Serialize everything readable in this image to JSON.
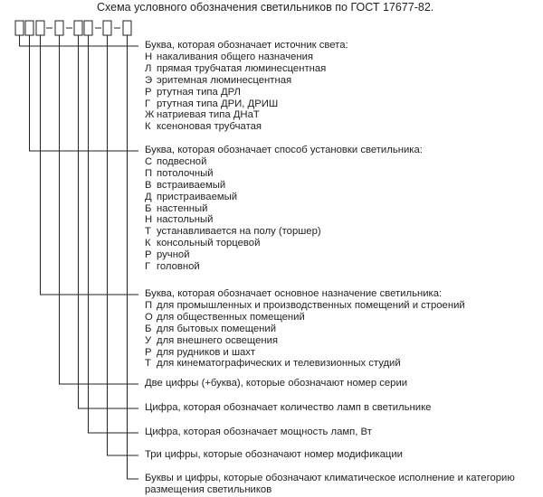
{
  "title": "Схема условного обозначения светильников по ГОСТ 17677-82.",
  "blocks": [
    {
      "header": "Буква, которая обозначает источник света:",
      "items": [
        {
          "code": "Н",
          "text": "накаливания общего назначения"
        },
        {
          "code": "Л",
          "text": "прямая трубчатая люминесцентная"
        },
        {
          "code": "Э",
          "text": "эритемная люминесцентная"
        },
        {
          "code": "Р",
          "text": "ртутная типа ДРЛ"
        },
        {
          "code": "Г",
          "text": "ртутная типа ДРИ, ДРИШ"
        },
        {
          "code": "Ж",
          "text": "натриевая типа ДНаТ"
        },
        {
          "code": "К",
          "text": "ксеноновая трубчатая"
        }
      ]
    },
    {
      "header": "Буква, которая обозначает способ установки светильника:",
      "items": [
        {
          "code": "С",
          "text": "подвесной"
        },
        {
          "code": "П",
          "text": "потолочный"
        },
        {
          "code": "В",
          "text": "встраиваемый"
        },
        {
          "code": "Д",
          "text": "пристраиваемый"
        },
        {
          "code": "Б",
          "text": "настенный"
        },
        {
          "code": "Н",
          "text": "настольный"
        },
        {
          "code": "Т",
          "text": "устанавливается на полу (торшер)"
        },
        {
          "code": "К",
          "text": "консольный торцевой"
        },
        {
          "code": "Р",
          "text": "ручной"
        },
        {
          "code": "Г",
          "text": "головной"
        }
      ]
    },
    {
      "header": "Буква, которая обозначает основное назначение светильника:",
      "items": [
        {
          "code": "П",
          "text": "для промышленных и производственных помещений и строений"
        },
        {
          "code": "О",
          "text": "для общественных помещений"
        },
        {
          "code": "Б",
          "text": "для бытовых помещений"
        },
        {
          "code": "У",
          "text": "для внешнего освещения"
        },
        {
          "code": "Р",
          "text": "для рудников и шахт"
        },
        {
          "code": "Т",
          "text": "для кинематографических и телевизионных студий"
        }
      ]
    },
    {
      "header": "Две цифры (+буква), которые обозначают номер серии",
      "items": []
    },
    {
      "header": "Цифра, которая обозначает количество ламп в светильнике",
      "items": []
    },
    {
      "header": "Цифра, которая обозначает мощность ламп, Вт",
      "items": []
    },
    {
      "header": "Три цифры, которые обозначают номер модификации",
      "items": []
    },
    {
      "header": "Буквы и цифры, которые обозначают климатическое исполнение и категорию",
      "items": [
        {
          "code": "",
          "text": "размещения светильников"
        }
      ]
    }
  ]
}
